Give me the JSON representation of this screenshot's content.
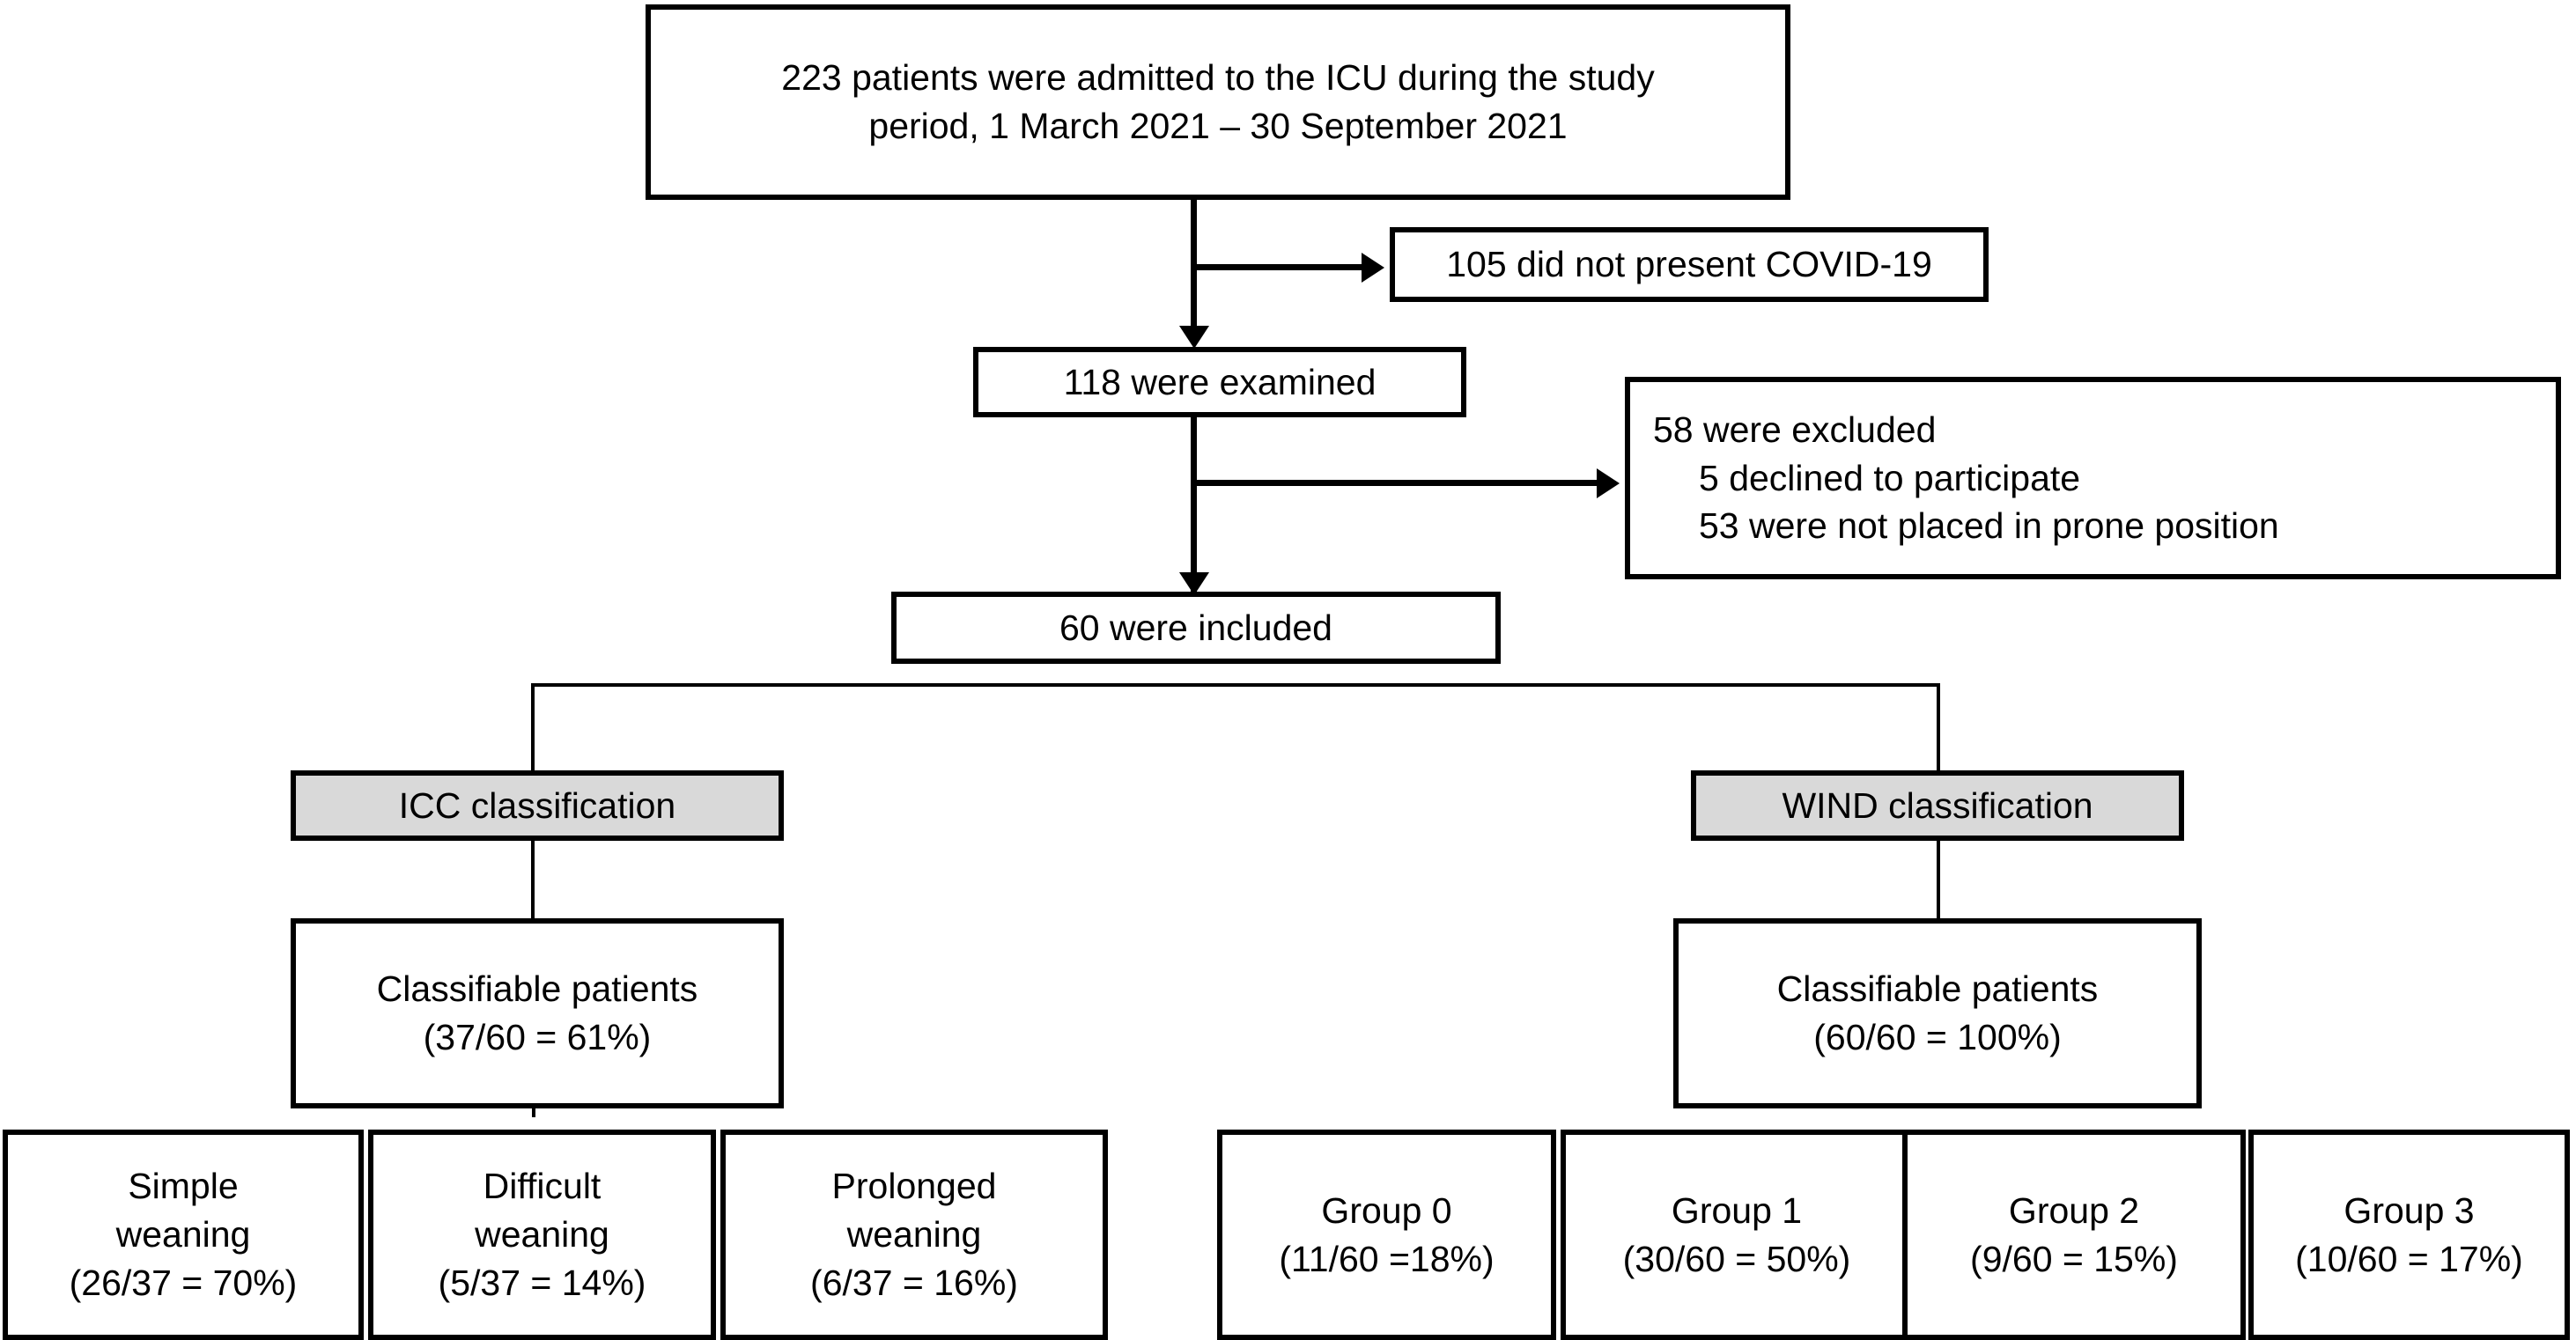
{
  "diagram": {
    "type": "study-flow-chart",
    "colors": {
      "stroke": "#000000",
      "box_fill": "#ffffff",
      "shaded_fill": "#d9d9d9",
      "background": "#ffffff",
      "text": "#000000"
    },
    "nodes": {
      "admitted": {
        "line1": "223 patients were admitted to the ICU during the study",
        "line2": "period, 1 March 2021 – 30 September 2021"
      },
      "no_covid": {
        "label": "105 did not present COVID-19"
      },
      "examined": {
        "label": "118 were examined"
      },
      "excluded": {
        "line1": "58 were excluded",
        "line2": "5 declined to participate",
        "line3": "53 were not placed in prone position"
      },
      "included": {
        "label": "60 were included"
      },
      "icc_classification": {
        "label": "ICC classification"
      },
      "wind_classification": {
        "label": "WIND classification"
      },
      "icc_classifiable": {
        "line1": "Classifiable patients",
        "line2": "(37/60 = 61%)"
      },
      "wind_classifiable": {
        "line1": "Classifiable patients",
        "line2": "(60/60 = 100%)"
      }
    },
    "icc_groups": [
      {
        "line1": "Simple",
        "line2": "weaning",
        "line3": "(26/37 = 70%)"
      },
      {
        "line1": "Difficult",
        "line2": "weaning",
        "line3": "(5/37 = 14%)"
      },
      {
        "line1": "Prolonged",
        "line2": "weaning",
        "line3": "(6/37 = 16%)"
      }
    ],
    "wind_groups": [
      {
        "line1": "Group 0",
        "line2": "(11/60 =18%)"
      },
      {
        "line1": "Group 1",
        "line2": "(30/60 = 50%)"
      },
      {
        "line1": "Group 2",
        "line2": "(9/60 = 15%)"
      },
      {
        "line1": "Group 3",
        "line2": "(10/60 = 17%)"
      }
    ]
  }
}
